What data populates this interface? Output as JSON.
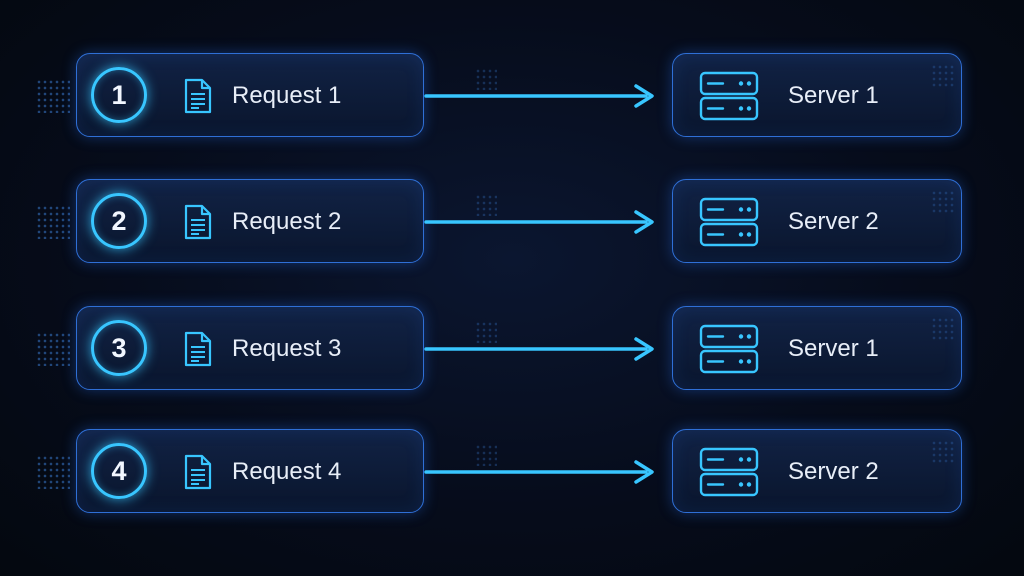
{
  "rows": [
    {
      "number": "1",
      "request": "Request 1",
      "server": "Server 1"
    },
    {
      "number": "2",
      "request": "Request 2",
      "server": "Server 2"
    },
    {
      "number": "3",
      "request": "Request 3",
      "server": "Server 1"
    },
    {
      "number": "4",
      "request": "Request 4",
      "server": "Server 2"
    }
  ],
  "icons": {
    "request": "document-icon",
    "server": "server-icon",
    "connector": "arrow-right-icon"
  },
  "colors": {
    "background": "#050a16",
    "accent": "#38c6ff",
    "card_border": "#2f6fd6",
    "text": "#e8eef8"
  }
}
